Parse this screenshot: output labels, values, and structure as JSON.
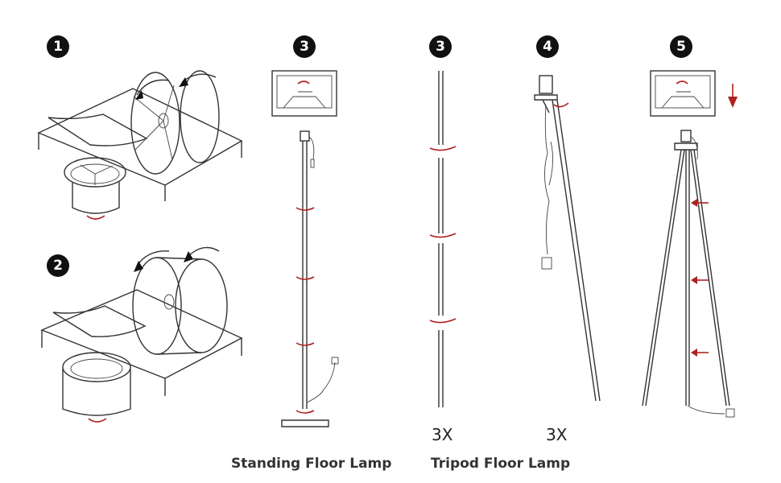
{
  "steps": {
    "step1": "1",
    "step2": "2",
    "step3a": "3",
    "step3b": "3",
    "step4": "4",
    "step5": "5"
  },
  "quantities": {
    "tripod_poles": "3X",
    "tripod_legs": "3X"
  },
  "captions": {
    "standing": "Standing Floor Lamp",
    "tripod": "Tripod Floor Lamp"
  },
  "colors": {
    "line": "#333333",
    "accent": "#b02020",
    "badge": "#111111"
  },
  "icons": [
    "plug-icon",
    "rotate-arrow-icon",
    "down-arrow-icon"
  ]
}
